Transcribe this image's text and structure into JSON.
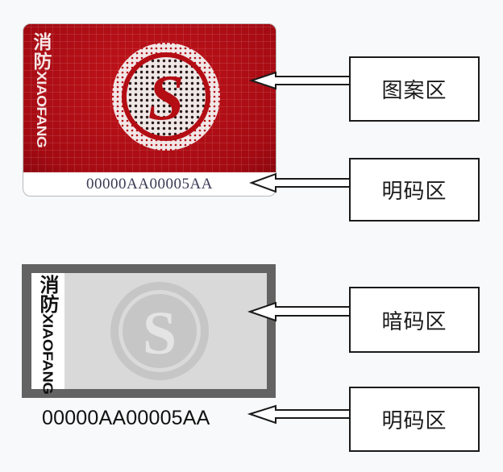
{
  "colors": {
    "background": "#f8f9fa",
    "red_card": "#b40d14",
    "grey_card_frame": "#636363",
    "grey_card_inner": "#d9d9d9",
    "box_border": "#1a1a1a"
  },
  "cards": [
    {
      "type": "red",
      "vertical_text_cn": "消防",
      "vertical_text_en": "XIAOFANG",
      "emblem_letter": "S",
      "code": "00000AA00005AA"
    },
    {
      "type": "grey",
      "vertical_text_cn": "消防",
      "vertical_text_en": "XIAOFANG",
      "emblem_letter": "S",
      "code": "00000AA00005AA"
    }
  ],
  "labels": [
    {
      "text": "图案区",
      "points_to": "red card pattern area"
    },
    {
      "text": "明码区",
      "points_to": "red card visible code"
    },
    {
      "text": "暗码区",
      "points_to": "grey card hidden code area"
    },
    {
      "text": "明码区",
      "points_to": "grey card visible code"
    }
  ]
}
